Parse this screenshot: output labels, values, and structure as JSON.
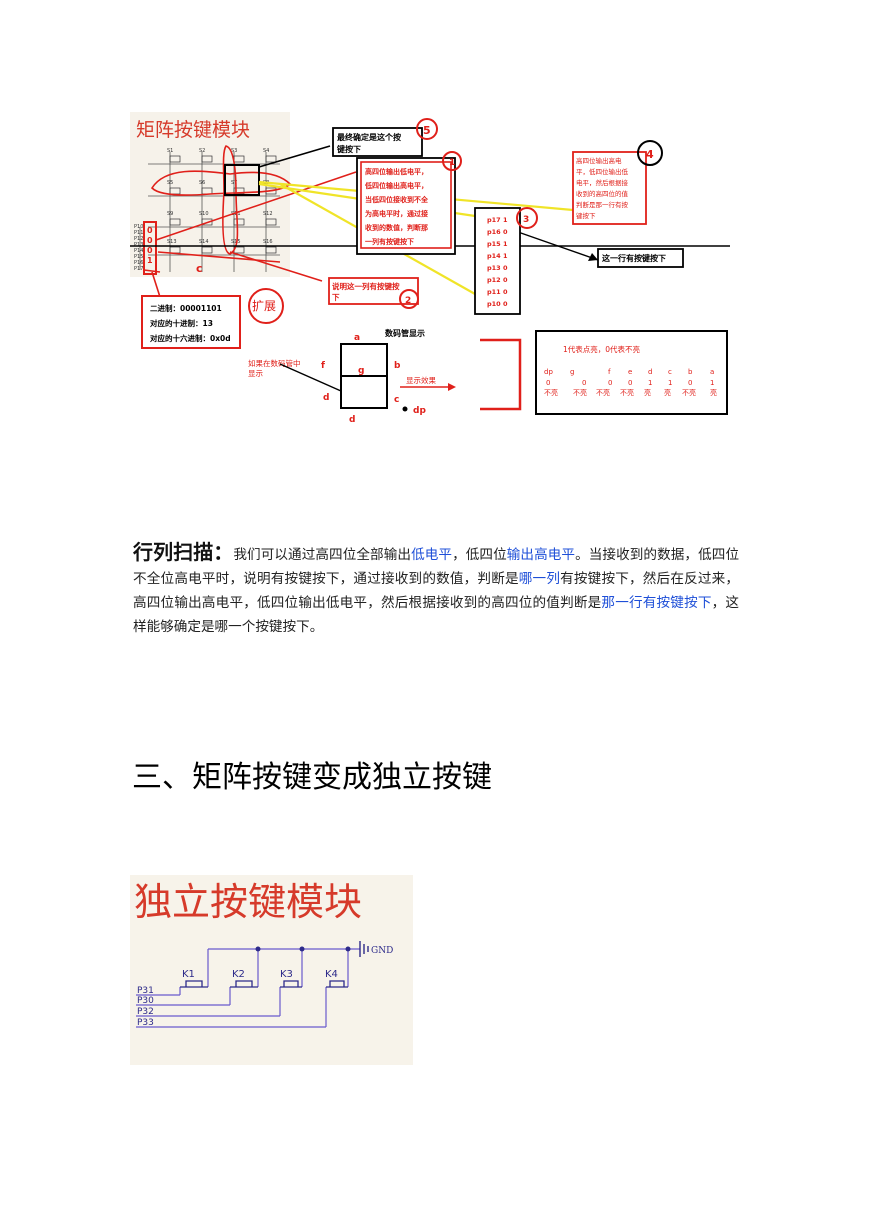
{
  "figure_matrix": {
    "title": "矩阵按键模块",
    "key_labels": [
      "S1",
      "S2",
      "S3",
      "S4",
      "S5",
      "S6",
      "S7",
      "S8",
      "S9",
      "S10",
      "S11",
      "S12",
      "S13",
      "S14",
      "S15",
      "S16"
    ],
    "port_labels": [
      "P10",
      "P11",
      "P12",
      "P13",
      "P14",
      "P15",
      "P16",
      "P17"
    ],
    "col_bits": [
      "0",
      "0",
      "0",
      "1"
    ],
    "mark_c": "c",
    "callout_final_line1": "最终确定是这个按",
    "callout_final_line2": "键按下",
    "badge_final": "5",
    "callout_low4_lines": [
      "高四位输出低电平，",
      "低四位输出高电平，",
      "当低四位接收到不全",
      "为高电平时，通过接",
      "收到的数值，判断那",
      "一列有按键按下"
    ],
    "badge_low4": "1",
    "callout_high4_lines": [
      "高四位输出高电",
      "平，低四位输出低",
      "电平，然后根据接",
      "收到的高四位的值",
      "判断是那一行有按",
      "键按下"
    ],
    "badge_high4": "4",
    "port_values": [
      "p17 1",
      "p16 0",
      "p15 1",
      "p14 1",
      "p13 0",
      "p12 0",
      "p11 0",
      "p10 0"
    ],
    "badge_port": "3",
    "callout_row_text": "这一行有按键按下",
    "callout_col_line1": "说明这一列有按键按",
    "callout_col_line2": "下",
    "badge_col": "2",
    "binary_lines": [
      "二进制：00001101",
      "对应的十进制：13",
      "对应的十六进制：0x0d"
    ],
    "expand_label": "扩展",
    "seg_title": "数码管显示",
    "seg_labels": {
      "a": "a",
      "b": "b",
      "c": "c",
      "d1": "d",
      "d2": "d",
      "f": "f",
      "g": "g",
      "dp": "dp"
    },
    "seg_note_line1": "如果在数码管中",
    "seg_note_line2": "显示",
    "seg_effect": "显示效果",
    "table_title": "1代表点亮，0代表不亮",
    "table_heads": [
      "dp",
      "g",
      "f",
      "e",
      "d",
      "c",
      "b",
      "a"
    ],
    "table_bits": [
      "0",
      "0",
      "0",
      "0",
      "1",
      "1",
      "0",
      "1"
    ],
    "table_states": [
      "不亮",
      "不亮",
      "不亮",
      "不亮",
      "亮",
      "亮",
      "不亮",
      "亮"
    ]
  },
  "paragraph": {
    "lead": "行列扫描：",
    "t1": "我们可以通过高四位全部输出",
    "h1": "低电平",
    "t2": "，低四位",
    "h2": "输出高电平",
    "t3": "。当接收到的数据，低四位不全位高电平时，说明有按键按下，通过接收到的数值，判断是",
    "h3": "哪一列",
    "t4": "有按键按下，然后在反过来，高四位输出高电平，低四位输出低电平，然后根据接收到的高四位的值判断是",
    "h4": "那一行有按键按下",
    "t5": "，这样能够确定是哪一个按键按下。"
  },
  "section_heading": "三、矩阵按键变成独立按键",
  "figure_independent": {
    "title": "独立按键模块",
    "gnd_label": "GND",
    "keys": [
      "K1",
      "K2",
      "K3",
      "K4"
    ],
    "ports": [
      "P31",
      "P30",
      "P32",
      "P33"
    ]
  }
}
